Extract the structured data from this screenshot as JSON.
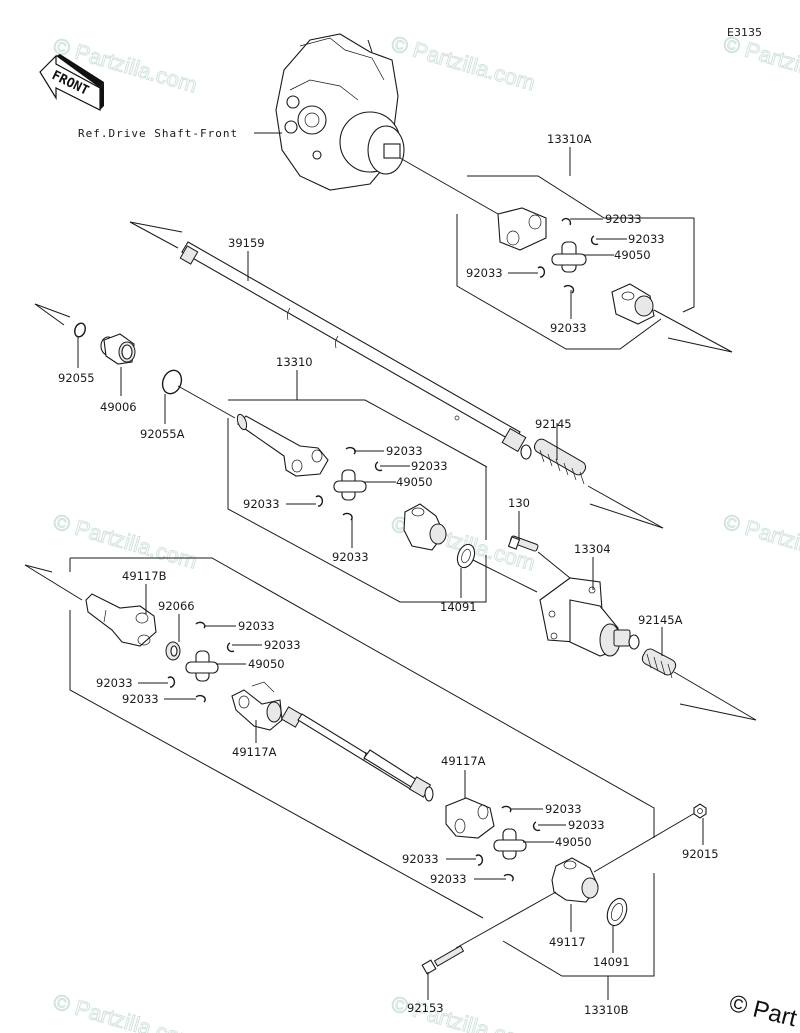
{
  "diagram": {
    "code": "E3135",
    "front_marker": "FRONT",
    "reference_label": "Ref.Drive Shaft-Front",
    "watermark": "© Partzilla.com",
    "watermark_corner": "© Part",
    "groups": {
      "upper_joint": {
        "assembly": "13310A",
        "parts": {
          "clip_1": "92033",
          "clip_2": "92033",
          "cross": "49050",
          "clip_3": "92033",
          "clip_4": "92033"
        }
      },
      "shaft": {
        "shaft": "39159",
        "oring": "92055",
        "boot": "49006",
        "oring_a": "92055A",
        "spring": "92145"
      },
      "middle_joint": {
        "assembly": "13310",
        "parts": {
          "clip_1": "92033",
          "clip_2": "92033",
          "cross": "49050",
          "clip_3": "92033",
          "clip_4": "92033",
          "washer": "14091"
        }
      },
      "housing": {
        "bolt": "130",
        "housing": "13304",
        "spring_a": "92145A"
      },
      "lower_joint": {
        "assembly": "13310B",
        "yoke_b": "49117B",
        "seal": "92066",
        "yoke_a_left": "49117A",
        "yoke_a_right": "49117A",
        "yoke": "49117",
        "washer": "14091",
        "nut": "92015",
        "bolt": "92153",
        "left_set": {
          "clip_1": "92033",
          "clip_2": "92033",
          "cross": "49050",
          "clip_3": "92033",
          "clip_4": "92033"
        },
        "right_set": {
          "clip_1": "92033",
          "clip_2": "92033",
          "cross": "49050",
          "clip_3": "92033",
          "clip_4": "92033"
        }
      }
    }
  }
}
